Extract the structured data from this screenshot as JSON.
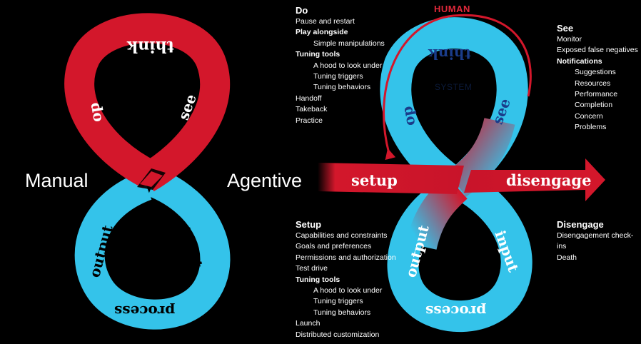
{
  "left_diagram": {
    "label": "Manual",
    "top_loop_words": [
      "think",
      "see",
      "do"
    ],
    "bottom_loop_words": [
      "input",
      "process",
      "output"
    ]
  },
  "right_diagram": {
    "label": "Agentive",
    "human_label": "HUMAN",
    "system_label": "SYSTEM",
    "top_loop_words": [
      "think",
      "see",
      "do"
    ],
    "bottom_loop_words": [
      "input",
      "process",
      "output"
    ],
    "arrow_left": "setup",
    "arrow_right": "disengage"
  },
  "do_list": {
    "title": "Do",
    "items": [
      {
        "text": "Pause and restart",
        "style": "normal"
      },
      {
        "text": "Play alongside",
        "style": "bold"
      },
      {
        "text": "Simple manipulations",
        "style": "indent"
      },
      {
        "text": "Tuning tools",
        "style": "bold"
      },
      {
        "text": "A hood to look under",
        "style": "indent"
      },
      {
        "text": "Tuning triggers",
        "style": "indent"
      },
      {
        "text": "Tuning behaviors",
        "style": "indent"
      },
      {
        "text": "Handoff",
        "style": "normal"
      },
      {
        "text": "Takeback",
        "style": "normal"
      },
      {
        "text": "Practice",
        "style": "normal"
      }
    ]
  },
  "see_list": {
    "title": "See",
    "items": [
      {
        "text": "Monitor",
        "style": "normal"
      },
      {
        "text": "Exposed false negatives",
        "style": "normal"
      },
      {
        "text": "Notifications",
        "style": "bold"
      },
      {
        "text": "Suggestions",
        "style": "indent"
      },
      {
        "text": "Resources",
        "style": "indent"
      },
      {
        "text": "Performance",
        "style": "indent"
      },
      {
        "text": "Completion",
        "style": "indent"
      },
      {
        "text": "Concern",
        "style": "indent"
      },
      {
        "text": "Problems",
        "style": "indent"
      }
    ]
  },
  "setup_list": {
    "title": "Setup",
    "items": [
      {
        "text": "Capabilities and constraints",
        "style": "normal"
      },
      {
        "text": "Goals and preferences",
        "style": "normal"
      },
      {
        "text": "Permissions and authorization",
        "style": "normal"
      },
      {
        "text": "Test drive",
        "style": "normal"
      },
      {
        "text": "Tuning tools",
        "style": "bold"
      },
      {
        "text": "A hood to look under",
        "style": "indent"
      },
      {
        "text": "Tuning triggers",
        "style": "indent"
      },
      {
        "text": "Tuning behaviors",
        "style": "indent"
      },
      {
        "text": "Launch",
        "style": "normal"
      },
      {
        "text": "Distributed customization",
        "style": "normal"
      }
    ]
  },
  "disengage_list": {
    "title": "Disengage",
    "items": [
      {
        "text": "Disengagement check-ins",
        "style": "normal"
      },
      {
        "text": "Death",
        "style": "normal"
      }
    ]
  },
  "colors": {
    "red": "#d3172b",
    "blue": "#34c3ea",
    "background": "#000000"
  }
}
